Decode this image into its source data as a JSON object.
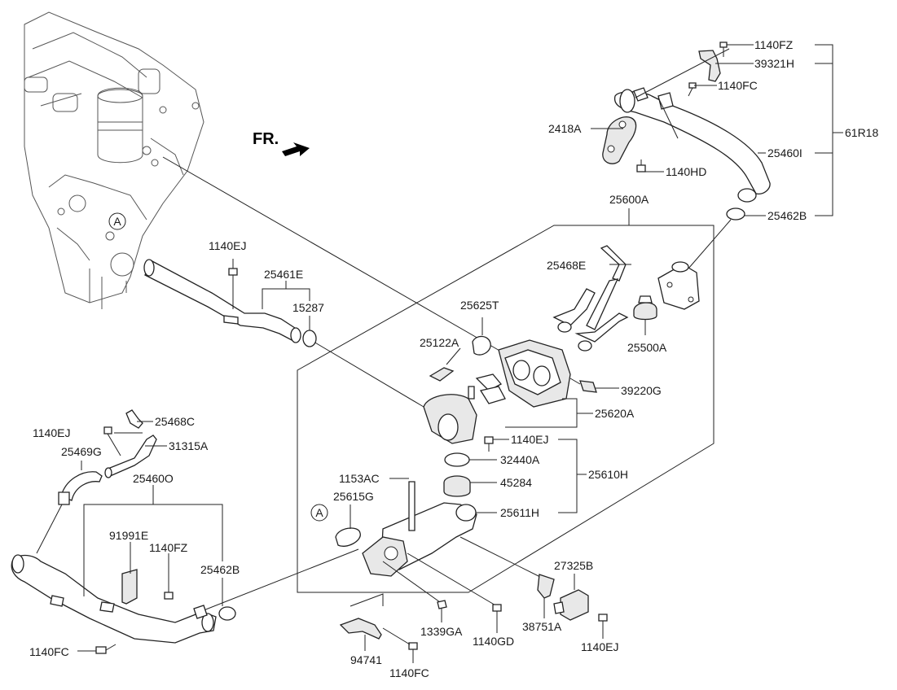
{
  "direction": {
    "text": "FR.",
    "icon": "arrow-icon"
  },
  "assembly_label": "25600A",
  "callouts": [
    {
      "id": "p1140FZ_top",
      "text": "1140FZ"
    },
    {
      "id": "p39321H",
      "text": "39321H"
    },
    {
      "id": "p1140FC_top",
      "text": "1140FC"
    },
    {
      "id": "p61R18",
      "text": "61R18"
    },
    {
      "id": "p2418A",
      "text": "2418A"
    },
    {
      "id": "p25460I",
      "text": "25460I"
    },
    {
      "id": "p1140HD",
      "text": "1140HD"
    },
    {
      "id": "p25462B_top",
      "text": "25462B"
    },
    {
      "id": "p1140EJ_a",
      "text": "1140EJ"
    },
    {
      "id": "p25461E",
      "text": "25461E"
    },
    {
      "id": "p15287",
      "text": "15287"
    },
    {
      "id": "p25468E",
      "text": "25468E"
    },
    {
      "id": "p25625T",
      "text": "25625T"
    },
    {
      "id": "p25122A",
      "text": "25122A"
    },
    {
      "id": "p25500A",
      "text": "25500A"
    },
    {
      "id": "p39220G",
      "text": "39220G"
    },
    {
      "id": "p25620A",
      "text": "25620A"
    },
    {
      "id": "p1140EJ_b",
      "text": "1140EJ"
    },
    {
      "id": "p32440A",
      "text": "32440A"
    },
    {
      "id": "p25610H",
      "text": "25610H"
    },
    {
      "id": "p45284",
      "text": "45284"
    },
    {
      "id": "p25611H",
      "text": "25611H"
    },
    {
      "id": "p1153AC",
      "text": "1153AC"
    },
    {
      "id": "p25615G",
      "text": "25615G"
    },
    {
      "id": "p25468C",
      "text": "25468C"
    },
    {
      "id": "p1140EJ_c",
      "text": "1140EJ"
    },
    {
      "id": "p31315A",
      "text": "31315A"
    },
    {
      "id": "p25469G",
      "text": "25469G"
    },
    {
      "id": "p25460O",
      "text": "25460O"
    },
    {
      "id": "p91991E",
      "text": "91991E"
    },
    {
      "id": "p1140FZ_b",
      "text": "1140FZ"
    },
    {
      "id": "p25462B_b",
      "text": "25462B"
    },
    {
      "id": "p1140FC_b",
      "text": "1140FC"
    },
    {
      "id": "p1339GA",
      "text": "1339GA"
    },
    {
      "id": "p1140GD",
      "text": "1140GD"
    },
    {
      "id": "p27325B",
      "text": "27325B"
    },
    {
      "id": "p38751A",
      "text": "38751A"
    },
    {
      "id": "p1140EJ_d",
      "text": "1140EJ"
    },
    {
      "id": "p94741",
      "text": "94741"
    },
    {
      "id": "p1140FC_c",
      "text": "1140FC"
    }
  ],
  "reference_marks": [
    {
      "id": "refA_engine",
      "text": "A"
    },
    {
      "id": "refA_lower",
      "text": "A"
    }
  ]
}
